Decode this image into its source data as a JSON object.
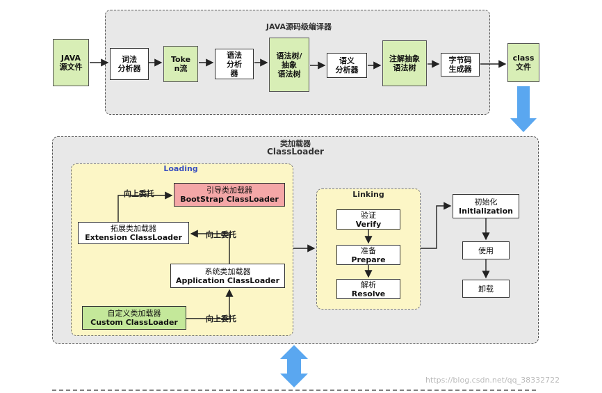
{
  "compiler": {
    "title": "JAVA源码级编译器",
    "source_doc": [
      "JAVA",
      "源文件"
    ],
    "lexer": [
      "词法",
      "分析器"
    ],
    "token_doc": [
      "Toke",
      "n流"
    ],
    "parser": [
      "语法",
      "分析",
      "器"
    ],
    "ast_doc": [
      "语法树/",
      "抽象",
      "语法树"
    ],
    "semantic": [
      "语义",
      "分析器"
    ],
    "annotated_ast_doc": [
      "注解抽象",
      "语法树"
    ],
    "bytecode_gen": [
      "字节码",
      "生成器"
    ],
    "class_doc": [
      "class",
      "文件"
    ]
  },
  "classloader": {
    "title_cn": "类加载器",
    "title_en": "ClassLoader",
    "loading": {
      "title": "Loading",
      "bootstrap": [
        "引导类加载器",
        "BootStrap ClassLoader"
      ],
      "extension": [
        "拓展类加载器",
        "Extension ClassLoader"
      ],
      "application": [
        "系统类加载器",
        "Application ClassLoader"
      ],
      "custom": [
        "自定义类加载器",
        "Custom ClassLoader"
      ],
      "delegate_label": "向上委托"
    },
    "linking": {
      "title": "Linking",
      "verify": [
        "验证",
        "Verify"
      ],
      "prepare": [
        "准备",
        "Prepare"
      ],
      "resolve": [
        "解析",
        "Resolve"
      ]
    },
    "initialization": [
      "初始化",
      "Initialization"
    ],
    "use": "使用",
    "unload": "卸载"
  },
  "colors": {
    "arrow_blue": "#5aa7f0",
    "doc_green": "#d8eeb6",
    "custom_green": "#c4e89a",
    "bootstrap_red": "#f4a7a7",
    "loading_yellow": "#fcf6c6"
  },
  "watermark": "https://blog.csdn.net/qq_38332722"
}
